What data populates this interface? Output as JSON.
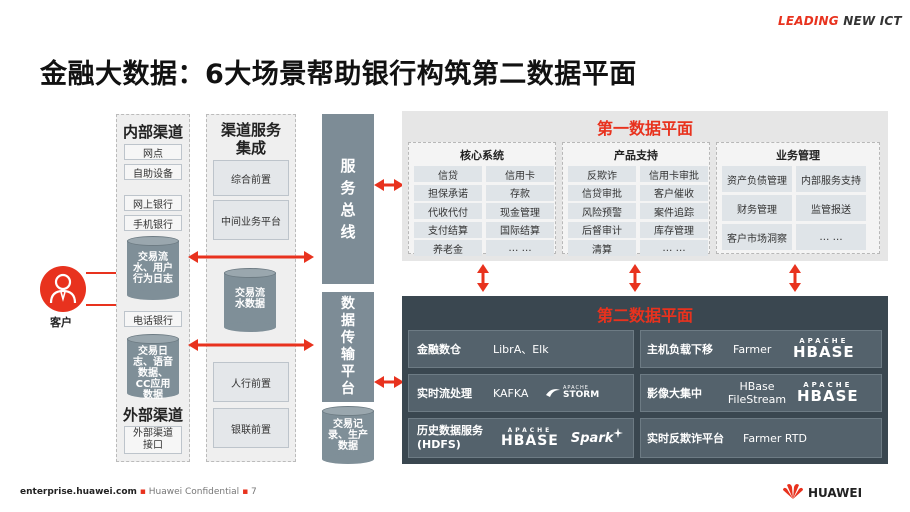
{
  "brand": {
    "leading": "LEADING",
    "newict": " NEW ICT"
  },
  "title": "金融大数据：6大场景帮助银行构筑第二数据平面",
  "customer": "客户",
  "internal": {
    "head": "内部渠道",
    "items": [
      "网点",
      "自助设备",
      "网上银行",
      "手机银行",
      "电话银行"
    ]
  },
  "external": {
    "head": "外部渠道",
    "item": "外部渠道接口"
  },
  "cyl_left1": "交易流水、用户行为日志",
  "cyl_left2": "交易日志、语音数据、CC应用数据",
  "service": {
    "head": "渠道服务集成",
    "items": [
      "综合前置",
      "中间业务平台",
      "人行前置",
      "银联前置"
    ],
    "cyl": "交易流水数据"
  },
  "bus1": [
    "服",
    "务",
    "总",
    "线"
  ],
  "bus2": [
    "数",
    "据",
    "传",
    "输",
    "平",
    "台"
  ],
  "cyl_bus": "交易记录、生产数据",
  "plane1": {
    "title": "第一数据平面",
    "groups": [
      {
        "head": "核心系统",
        "cells": [
          "信贷",
          "信用卡",
          "担保承诺",
          "存款",
          "代收代付",
          "现金管理",
          "支付结算",
          "国际结算",
          "养老金",
          "… …"
        ]
      },
      {
        "head": "产品支持",
        "cells": [
          "反欺诈",
          "信用卡审批",
          "信贷审批",
          "客户催收",
          "风险预警",
          "案件追踪",
          "后督审计",
          "库存管理",
          "清算",
          "… …"
        ]
      },
      {
        "head": "业务管理",
        "cells": [
          "资产负债管理",
          "内部服务支持",
          "财务管理",
          "监管报送",
          "客户市场洞察",
          "… …"
        ]
      }
    ]
  },
  "plane2": {
    "title": "第二数据平面",
    "cells": [
      {
        "label": "金融数仓",
        "value": "LibrA、Elk"
      },
      {
        "label": "主机负载下移",
        "value": "Farmer"
      },
      {
        "label": "实时流处理",
        "value": "KAFKA"
      },
      {
        "label": "影像大集中",
        "value": "HBase\nFileStream"
      },
      {
        "label": "历史数据服务\n(HDFS)",
        "value": ""
      },
      {
        "label": "实时反欺诈平台",
        "value": "Farmer RTD"
      }
    ],
    "logos": {
      "apache": "APACHE",
      "hbase": "HBASE",
      "storm": "STORM",
      "spark": "Spark"
    }
  },
  "footer": {
    "site": "enterprise.huawei.com",
    "conf": "Huawei Confidential",
    "page": "7"
  },
  "huawei": "HUAWEI",
  "colors": {
    "accent": "#e8321e",
    "bus": "#7d8c96",
    "plane2": "#3a4750"
  }
}
